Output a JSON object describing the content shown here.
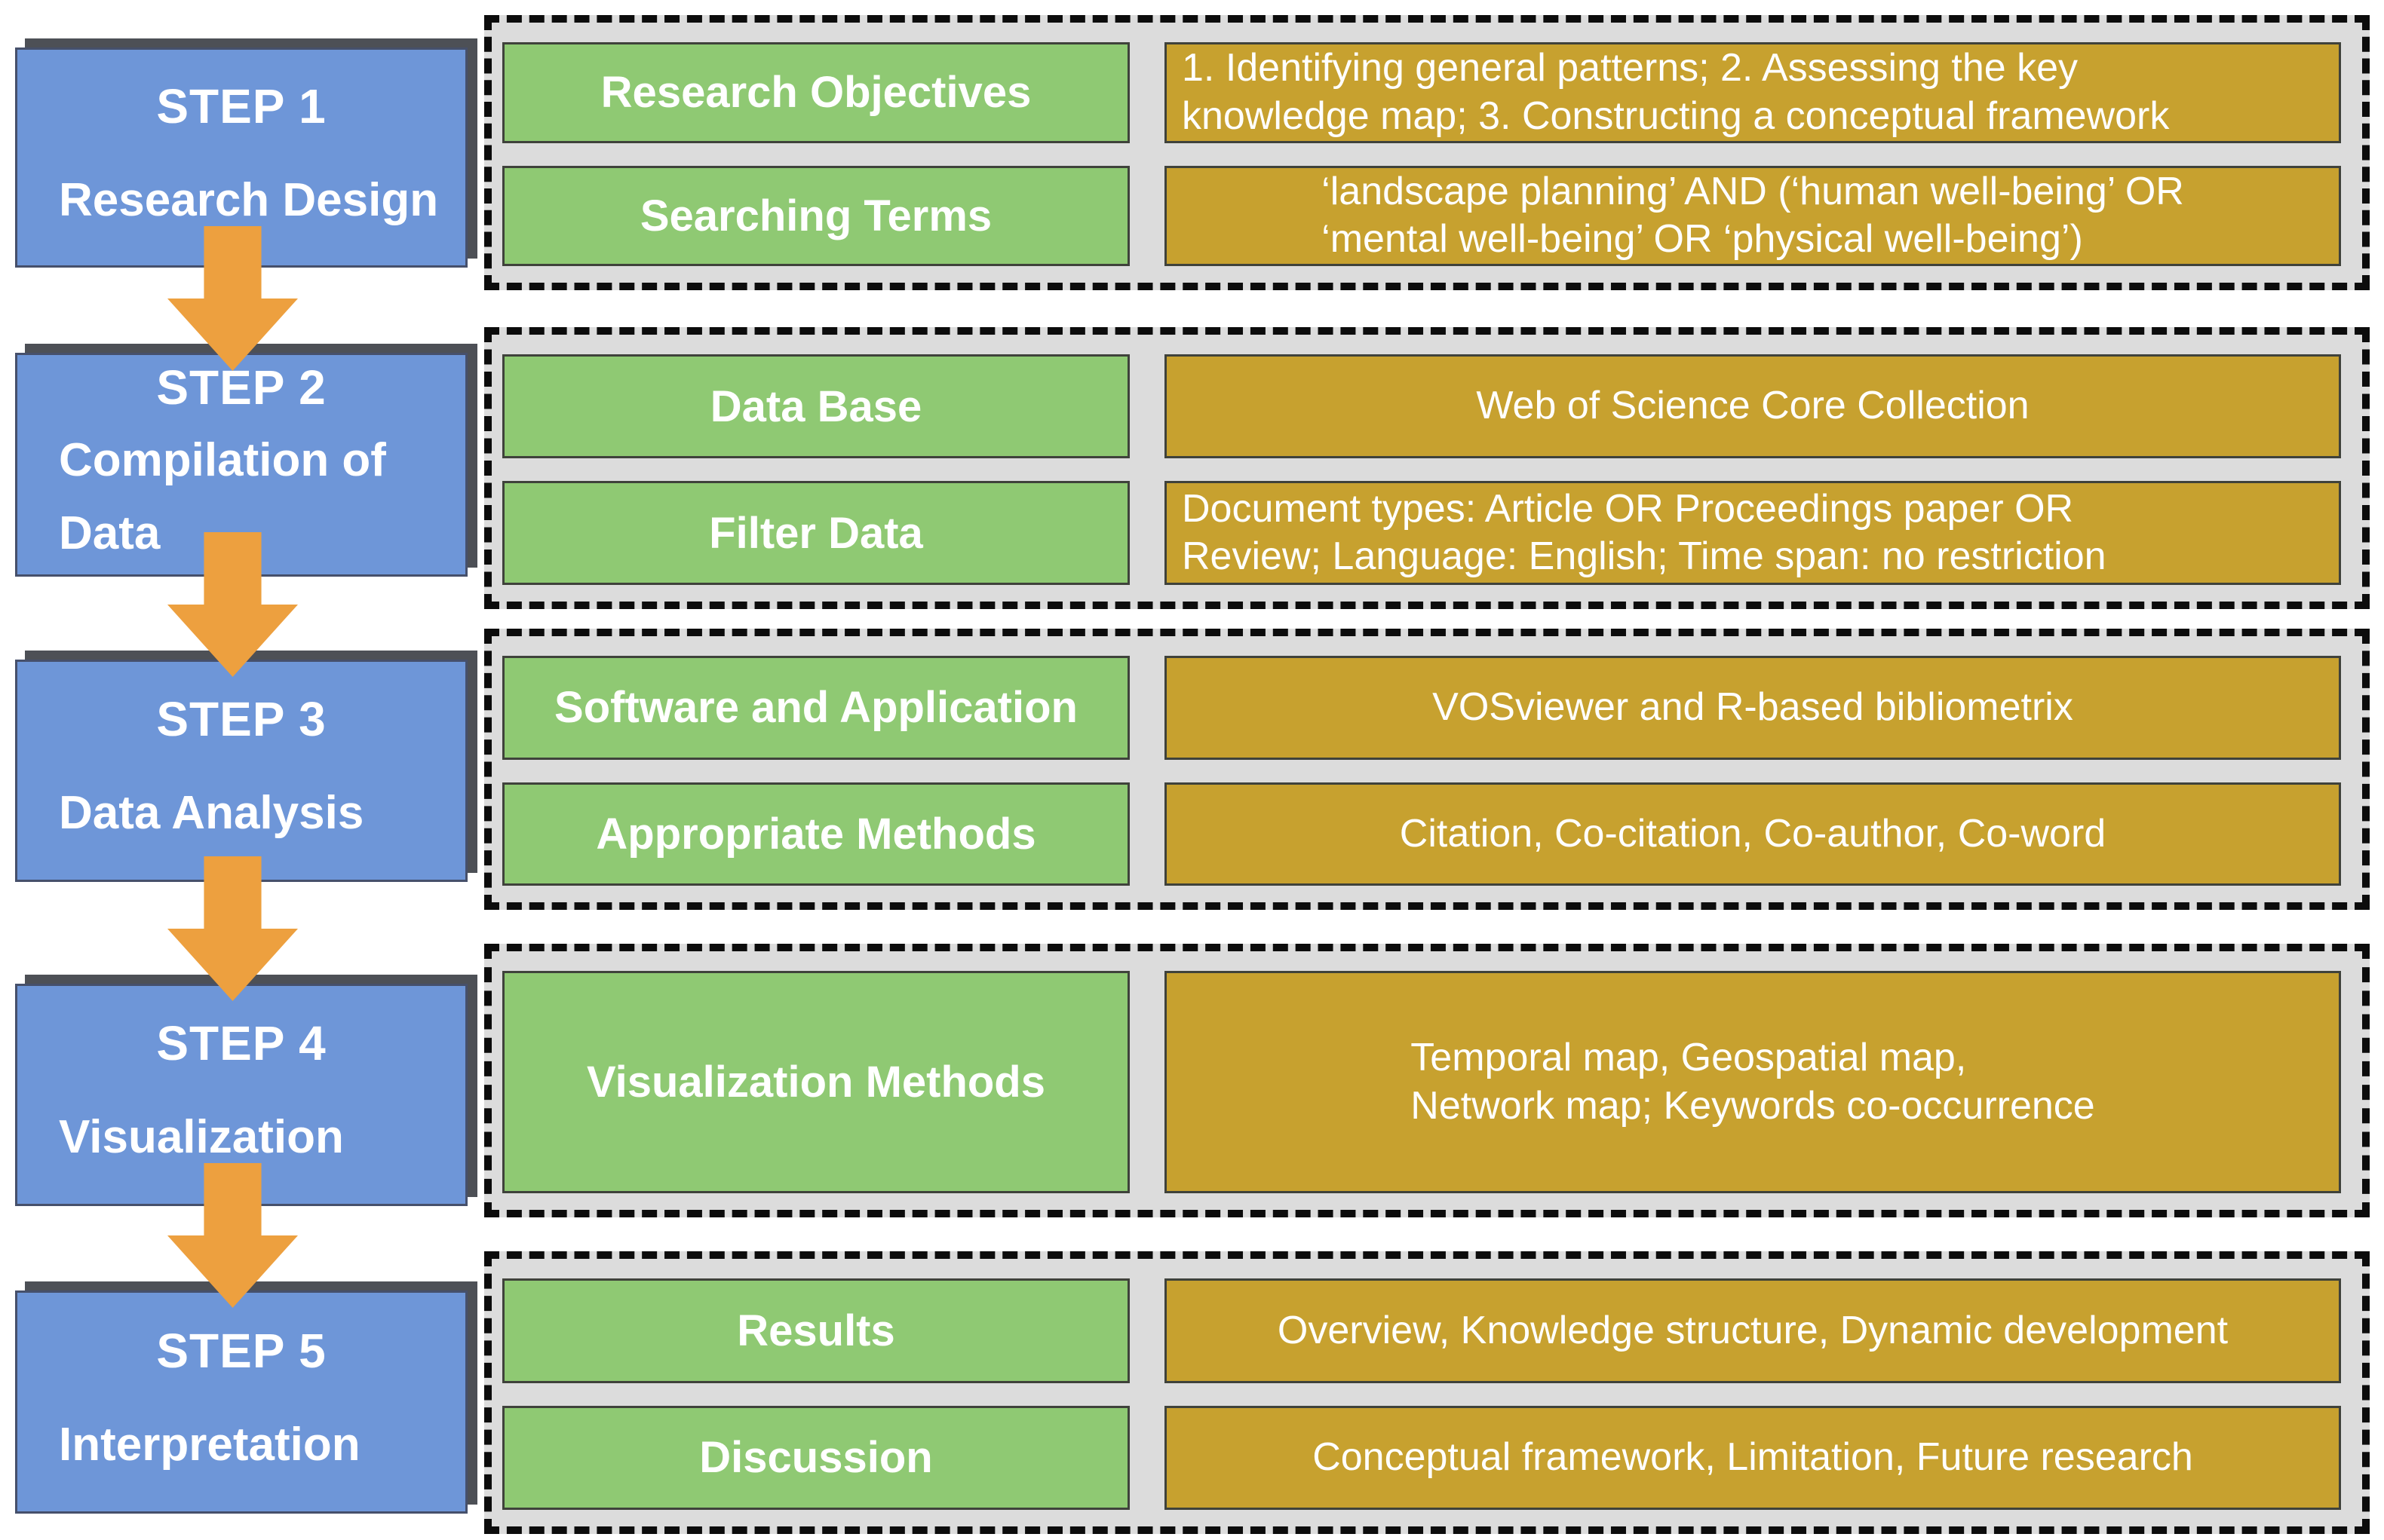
{
  "flow": {
    "steps": [
      {
        "title": "STEP 1",
        "subtitle": "Research Design"
      },
      {
        "title": "STEP 2",
        "subtitle": "Compilation of\nData"
      },
      {
        "title": "STEP 3",
        "subtitle": "Data Analysis"
      },
      {
        "title": "STEP 4",
        "subtitle": "Visualization"
      },
      {
        "title": "STEP 5",
        "subtitle": "Interpretation"
      }
    ],
    "sections": [
      {
        "rows": [
          {
            "label": "Research Objectives",
            "content": "1. Identifying general patterns; 2. Assessing the key\nknowledge map; 3. Constructing a conceptual framework"
          },
          {
            "label": "Searching Terms",
            "content": "‘landscape planning’ AND (‘human well-being’ OR\n‘mental well-being’ OR ‘physical well-being’)"
          }
        ]
      },
      {
        "rows": [
          {
            "label": "Data Base",
            "content": "Web of Science Core Collection"
          },
          {
            "label": "Filter Data",
            "content": "Document types: Article OR Proceedings paper OR\nReview; Language: English; Time span: no restriction"
          }
        ]
      },
      {
        "rows": [
          {
            "label": "Software and Application",
            "content": "VOSviewer and R-based bibliometrix"
          },
          {
            "label": "Appropriate Methods",
            "content": "Citation, Co-citation, Co-author, Co-word"
          }
        ]
      },
      {
        "rows": [
          {
            "label": "Visualization Methods",
            "content": "Temporal map, Geospatial map,\nNetwork map; Keywords co-occurrence"
          }
        ]
      },
      {
        "rows": [
          {
            "label": "Results",
            "content": "Overview, Knowledge structure, Dynamic development"
          },
          {
            "label": "Discussion",
            "content": "Conceptual framework, Limitation, Future research"
          }
        ]
      }
    ],
    "arrow_icon": "down-arrow"
  },
  "colors": {
    "blue": "#6e96d8",
    "blue-border": "#46506b",
    "green": "#8fc973",
    "gold": "#c7a12f",
    "orange": "#eda03f",
    "panel": "#dcdcdc",
    "dash": "#0c0c0c",
    "shadow": "#4d5056",
    "cell-border": "#3f423b"
  }
}
